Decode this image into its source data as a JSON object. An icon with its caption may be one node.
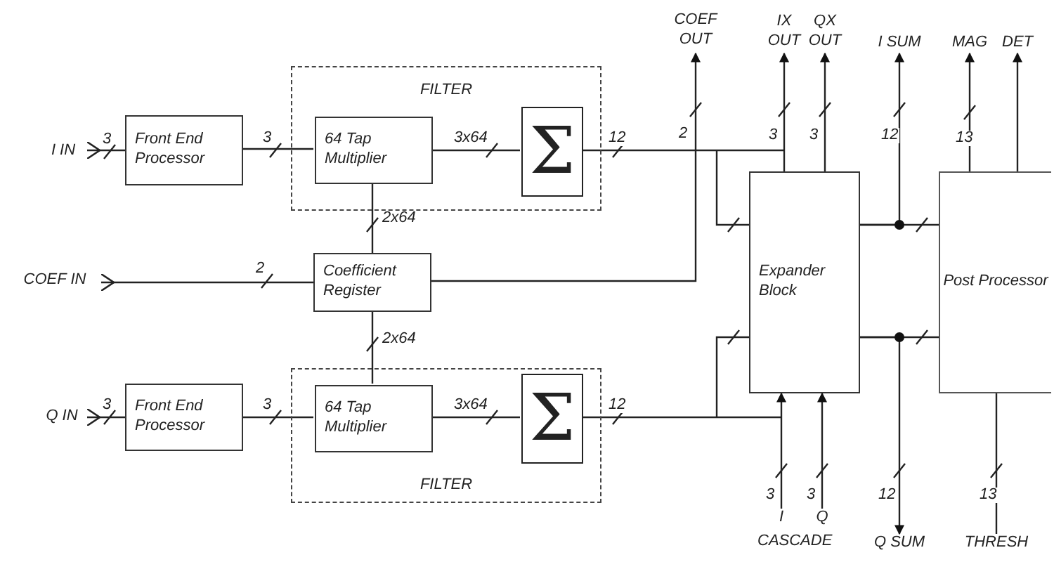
{
  "diagram": {
    "nodes": [
      {
        "text": [
          "I IN"
        ]
      },
      {
        "text": [
          "Front End Processor"
        ]
      },
      {
        "text": [
          "FILTER"
        ]
      },
      {
        "text": [
          "64 Tap Multiplier"
        ],
        "in": 2
      },
      {
        "text": [
          "Σ"
        ],
        "in": 2
      },
      {
        "text": [
          "COEF IN"
        ]
      },
      {
        "text": [
          "Coefficient Register"
        ]
      },
      {
        "text": [
          "Q IN"
        ]
      },
      {
        "text": [
          "Front End Processor"
        ]
      },
      {
        "text": [
          "FILTER"
        ]
      },
      {
        "text": [
          "64 Tap Multiplier"
        ],
        "in": 9
      },
      {
        "text": [
          "Σ"
        ],
        "in": 9
      },
      {
        "text": [
          "Expander Block"
        ]
      },
      {
        "text": [
          "Post Processor"
        ]
      },
      {
        "text": [
          "COEF OUT"
        ]
      },
      {
        "text": [
          "IX OUT"
        ]
      },
      {
        "text": [
          "QX OUT"
        ]
      },
      {
        "text": [
          "I SUM"
        ]
      },
      {
        "text": [
          "MAG"
        ]
      },
      {
        "text": [
          "DET"
        ]
      },
      {
        "text": [
          "I"
        ]
      },
      {
        "text": [
          "Q"
        ]
      },
      {
        "text": [
          "Q SUM"
        ]
      },
      {
        "text": [
          "THRESH"
        ]
      }
    ],
    "edges": [
      {
        "from": 0,
        "to": 1,
        "arrow": "other",
        "label": "3"
      },
      {
        "from": 1,
        "to": 3,
        "arrow": "none",
        "label": "3"
      },
      {
        "from": 3,
        "to": 4,
        "arrow": "none",
        "label": "3x64"
      },
      {
        "from": 6,
        "to": 3,
        "arrow": "none",
        "label": "2x64"
      },
      {
        "from": 5,
        "to": 6,
        "arrow": "other",
        "label": "2"
      },
      {
        "from": 6,
        "to": 10,
        "arrow": "none",
        "label": "2x64"
      },
      {
        "from": 7,
        "to": 8,
        "arrow": "other",
        "label": "3"
      },
      {
        "from": 8,
        "to": 10,
        "arrow": "none",
        "label": "3"
      },
      {
        "from": 10,
        "to": 11,
        "arrow": "none",
        "label": "3x64"
      },
      {
        "from": 4,
        "to": 12,
        "arrow": "none",
        "label": "12"
      },
      {
        "from": 6,
        "to": 14,
        "arrow": "to",
        "label": "2"
      },
      {
        "from": 12,
        "to": 15,
        "arrow": "to",
        "label": "3"
      },
      {
        "from": 12,
        "to": 16,
        "arrow": "to",
        "label": "3"
      },
      {
        "from": 12,
        "to": 13,
        "arrow": "none"
      },
      {
        "from": 12,
        "to": 17,
        "arrow": "to",
        "label": "12"
      },
      {
        "from": 12,
        "to": 13,
        "arrow": "none"
      },
      {
        "from": 12,
        "to": 22,
        "arrow": "to",
        "label": "12"
      },
      {
        "from": 13,
        "to": 18,
        "arrow": "to",
        "label": "13"
      },
      {
        "from": 13,
        "to": 19,
        "arrow": "to"
      },
      {
        "from": 20,
        "to": 12,
        "arrow": "to",
        "label": "3"
      },
      {
        "from": 21,
        "to": 12,
        "arrow": "to",
        "label": "3"
      },
      {
        "from": 23,
        "to": 13,
        "arrow": "none",
        "label": "13"
      },
      {
        "from": 11,
        "to": 12,
        "arrow": "none",
        "label": "12"
      }
    ],
    "labels": [
      "CASCADE"
    ]
  }
}
